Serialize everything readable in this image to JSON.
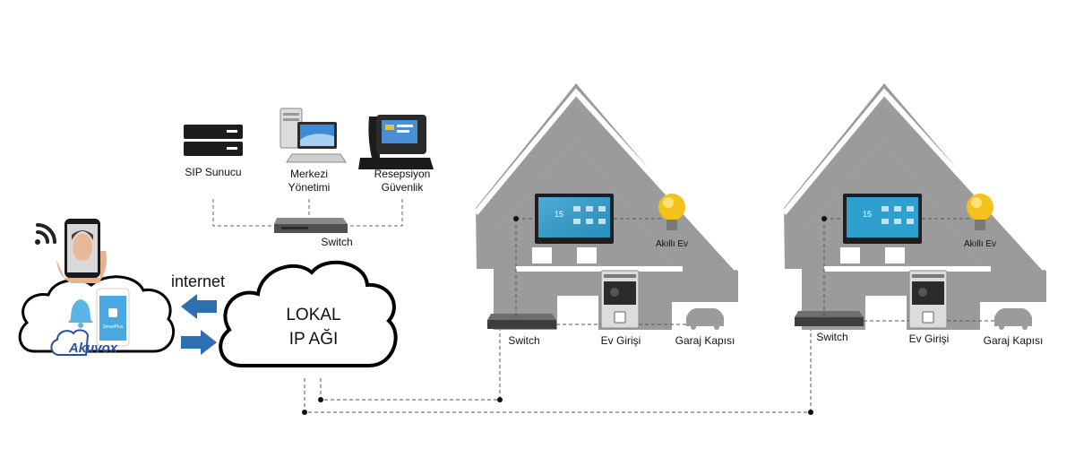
{
  "top": {
    "sip_server": "SIP Sunucu",
    "central_line1": "Merkezi",
    "central_line2": "Yönetimi",
    "reception_line1": "Resepsiyon",
    "reception_line2": "Güvenlik",
    "switch": "Switch"
  },
  "left": {
    "internet": "internet",
    "brand": "Akuvox",
    "app_icon_label": "SmartPlus"
  },
  "cloud": {
    "line1": "LOKAL",
    "line2": "IP AĞI"
  },
  "house1": {
    "smart_home": "Akıllı Ev",
    "switch": "Switch",
    "entrance": "Ev Girişi",
    "garage": "Garaj Kapısı",
    "panel_time": "15"
  },
  "house2": {
    "smart_home": "Akıllı Ev",
    "switch": "Switch",
    "entrance": "Ev Girişi",
    "garage": "Garaj Kapısı",
    "panel_time": "15"
  },
  "colors": {
    "house": "#9b9b9b",
    "house_light": "#ffffff",
    "arrow": "#2e6fb3",
    "cloud_outline": "#000000",
    "akuvox_blue": "#2a4f9c",
    "bulb": "#f4c21a"
  }
}
